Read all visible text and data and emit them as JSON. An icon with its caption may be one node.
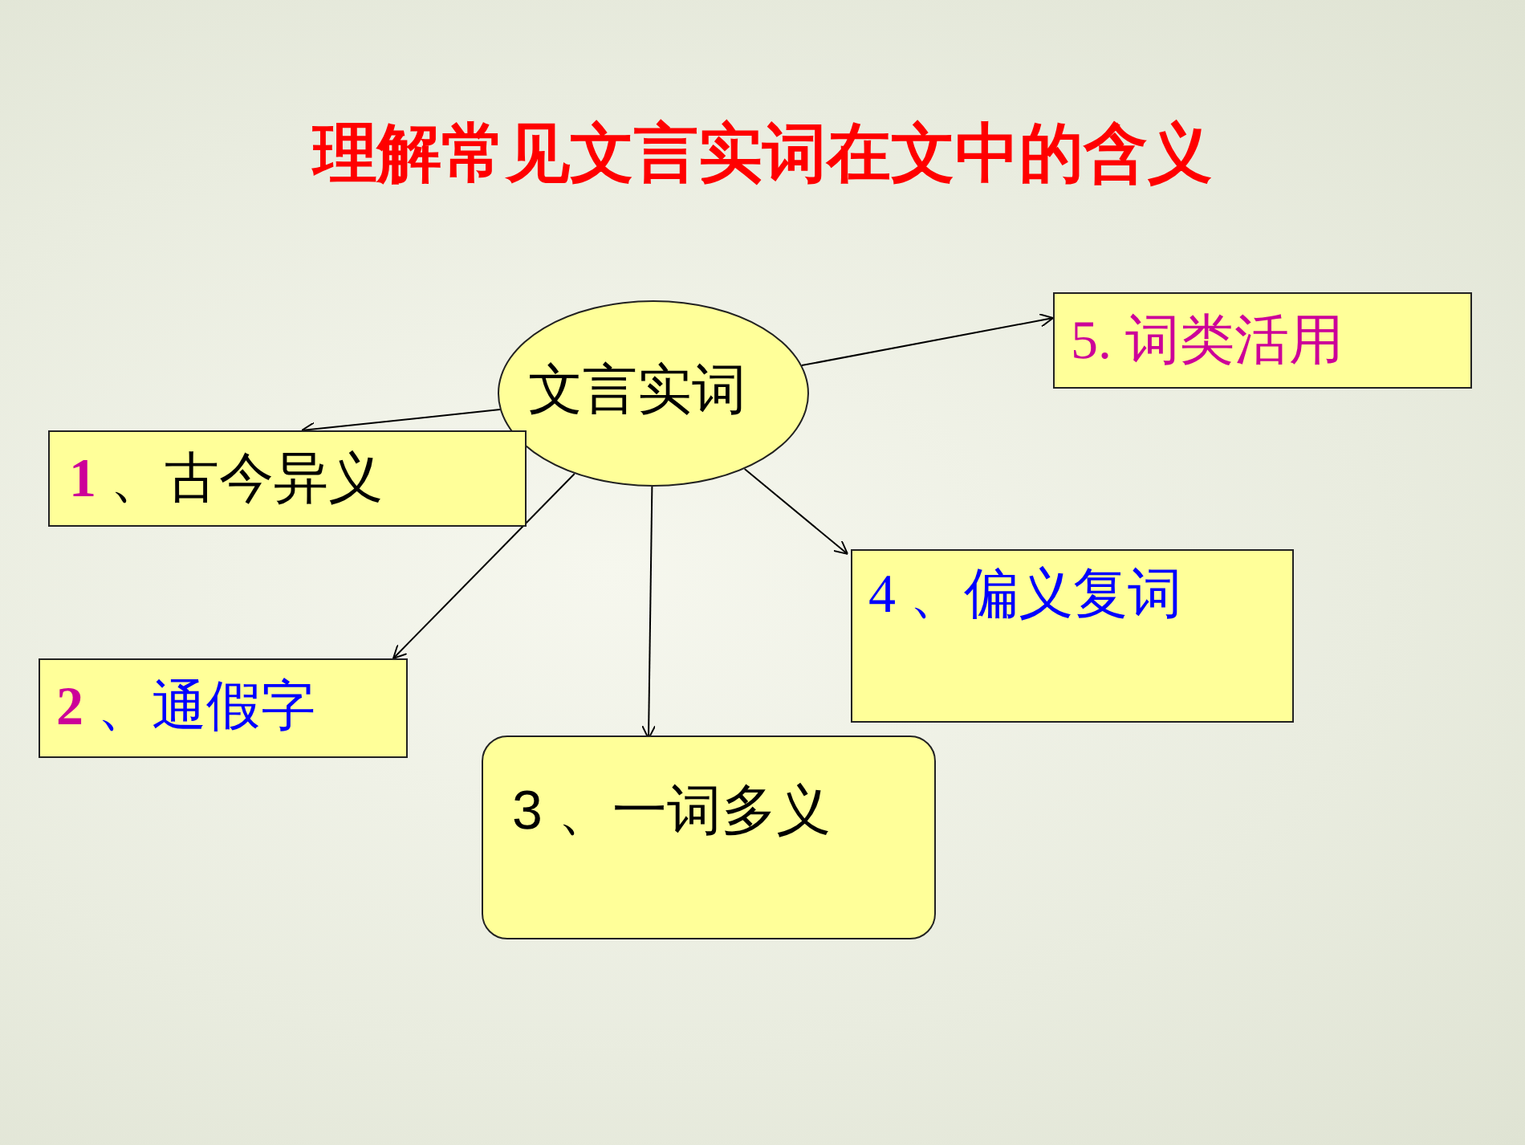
{
  "diagram": {
    "title": "理解常见文言实词在文中的含义",
    "nodes": [
      {
        "text": [
          "文言实词"
        ]
      },
      {
        "text": [
          "1 、古今异义"
        ]
      },
      {
        "text": [
          "2 、通假字"
        ]
      },
      {
        "text": [
          "3 、一词多义"
        ]
      },
      {
        "text": [
          "4 、偏义复词"
        ]
      },
      {
        "text": [
          "5. 词类活用"
        ]
      }
    ],
    "edges": [
      {
        "from": 0,
        "to": 1,
        "arrow": "to"
      },
      {
        "from": 0,
        "to": 2,
        "arrow": "to"
      },
      {
        "from": 0,
        "to": 3,
        "arrow": "to"
      },
      {
        "from": 0,
        "to": 4,
        "arrow": "to"
      },
      {
        "from": 0,
        "to": 5,
        "arrow": "to"
      }
    ]
  }
}
